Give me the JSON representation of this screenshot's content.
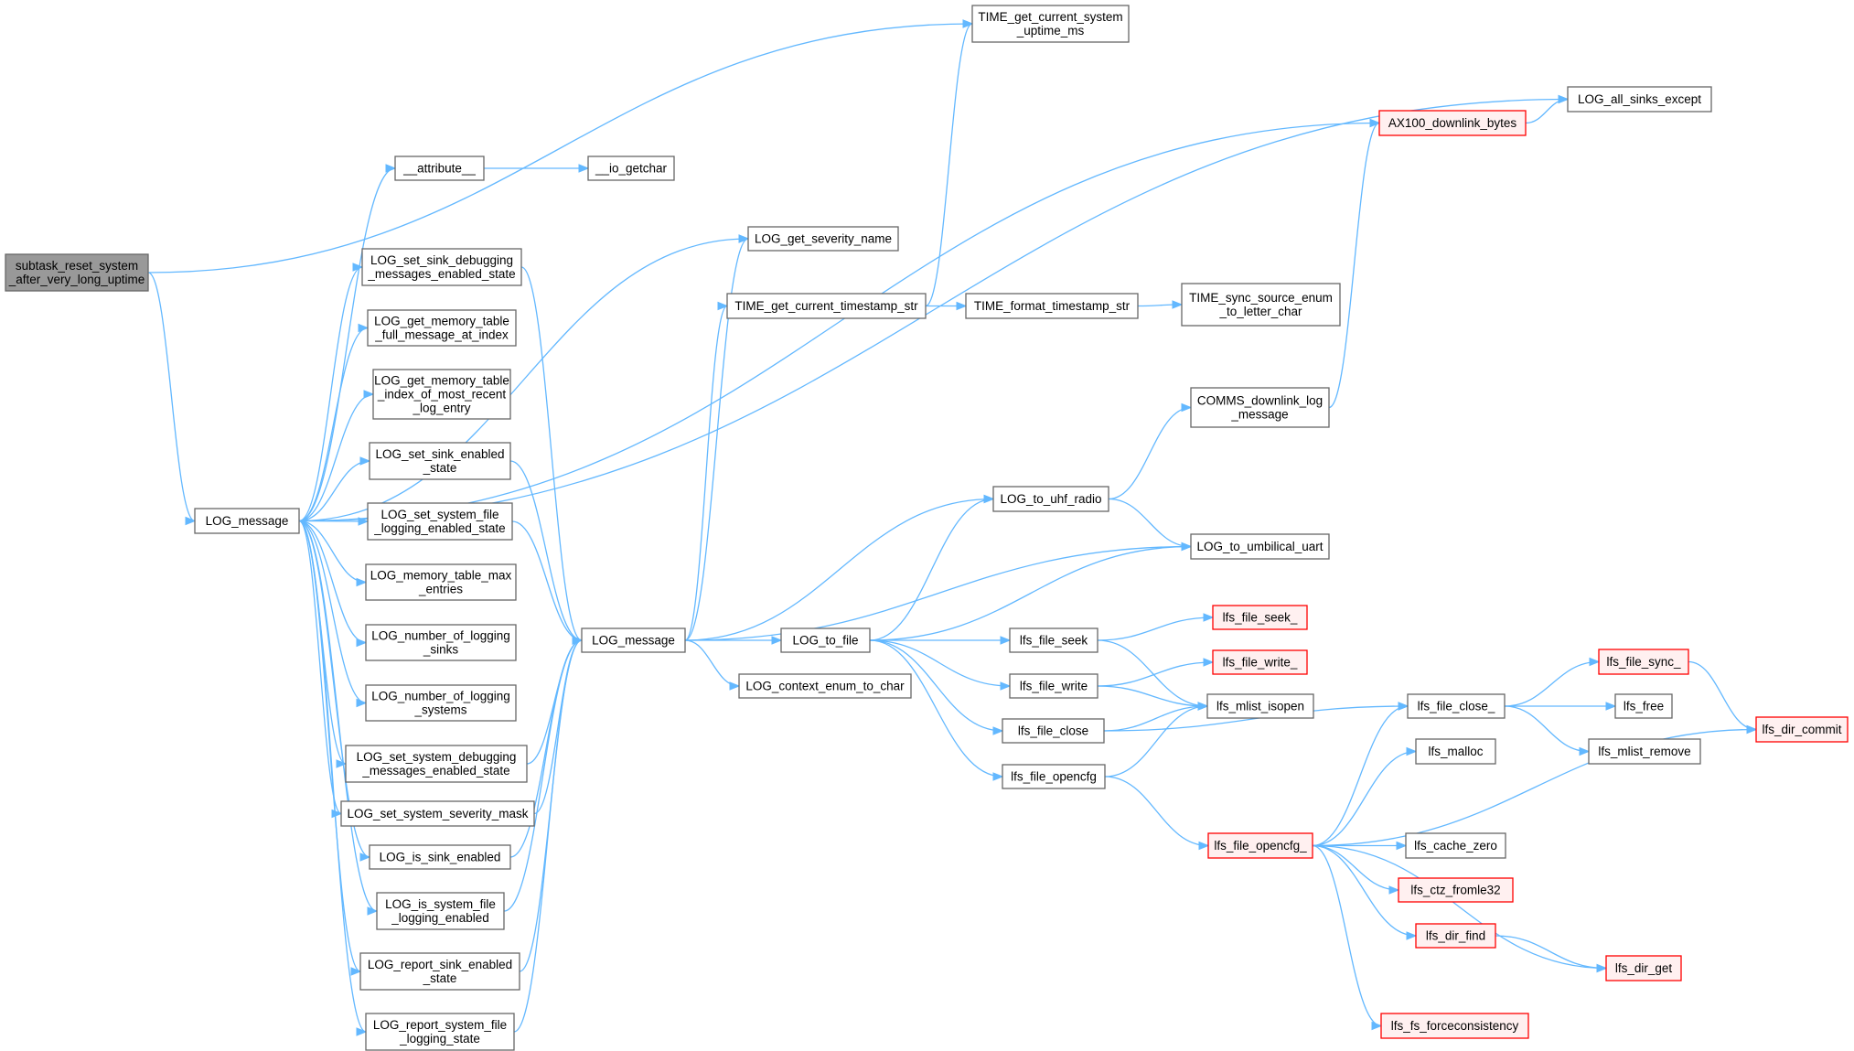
{
  "colors": {
    "edge": "#63b8ff",
    "node_border": "#666666",
    "node_fill": "#ffffff",
    "root_fill": "#999999",
    "truncated_border": "#ff0000",
    "truncated_fill": "#fff0f0"
  },
  "nodes": [
    {
      "id": "root",
      "lines": [
        "subtask_reset_system",
        "_after_very_long_uptime"
      ],
      "style": "root"
    },
    {
      "id": "logmsg1",
      "lines": [
        "LOG_message"
      ],
      "style": "normal"
    },
    {
      "id": "time_uptime",
      "lines": [
        "TIME_get_current_system",
        "_uptime_ms"
      ],
      "style": "normal"
    },
    {
      "id": "all_sinks",
      "lines": [
        "LOG_all_sinks_except"
      ],
      "style": "normal"
    },
    {
      "id": "ax100",
      "lines": [
        "AX100_downlink_bytes"
      ],
      "style": "truncated"
    },
    {
      "id": "attribute",
      "lines": [
        "__attribute__"
      ],
      "style": "normal"
    },
    {
      "id": "io_getchar",
      "lines": [
        "__io_getchar"
      ],
      "style": "normal"
    },
    {
      "id": "severity_name",
      "lines": [
        "LOG_get_severity_name"
      ],
      "style": "normal"
    },
    {
      "id": "set_sink_dbg",
      "lines": [
        "LOG_set_sink_debugging",
        "_messages_enabled_state"
      ],
      "style": "normal"
    },
    {
      "id": "mem_full",
      "lines": [
        "LOG_get_memory_table",
        "_full_message_at_index"
      ],
      "style": "normal"
    },
    {
      "id": "mem_recent",
      "lines": [
        "LOG_get_memory_table",
        "_index_of_most_recent",
        "_log_entry"
      ],
      "style": "normal"
    },
    {
      "id": "set_sink_en",
      "lines": [
        "LOG_set_sink_enabled",
        "_state"
      ],
      "style": "normal"
    },
    {
      "id": "set_sys_file",
      "lines": [
        "LOG_set_system_file",
        "_logging_enabled_state"
      ],
      "style": "normal"
    },
    {
      "id": "mem_max",
      "lines": [
        "LOG_memory_table_max",
        "_entries"
      ],
      "style": "normal"
    },
    {
      "id": "num_sinks",
      "lines": [
        "LOG_number_of_logging",
        "_sinks"
      ],
      "style": "normal"
    },
    {
      "id": "num_systems",
      "lines": [
        "LOG_number_of_logging",
        "_systems"
      ],
      "style": "normal"
    },
    {
      "id": "set_sys_dbg",
      "lines": [
        "LOG_set_system_debugging",
        "_messages_enabled_state"
      ],
      "style": "normal"
    },
    {
      "id": "sev_mask",
      "lines": [
        "LOG_set_system_severity_mask"
      ],
      "style": "normal"
    },
    {
      "id": "is_sink",
      "lines": [
        "LOG_is_sink_enabled"
      ],
      "style": "normal"
    },
    {
      "id": "is_sys_file",
      "lines": [
        "LOG_is_system_file",
        "_logging_enabled"
      ],
      "style": "normal"
    },
    {
      "id": "rep_sink",
      "lines": [
        "LOG_report_sink_enabled",
        "_state"
      ],
      "style": "normal"
    },
    {
      "id": "rep_sys_file",
      "lines": [
        "LOG_report_system_file",
        "_logging_state"
      ],
      "style": "normal"
    },
    {
      "id": "logmsg2",
      "lines": [
        "LOG_message"
      ],
      "style": "normal"
    },
    {
      "id": "ts_str",
      "lines": [
        "TIME_get_current_timestamp_str"
      ],
      "style": "normal"
    },
    {
      "id": "fmt_ts",
      "lines": [
        "TIME_format_timestamp_str"
      ],
      "style": "normal"
    },
    {
      "id": "sync_src",
      "lines": [
        "TIME_sync_source_enum",
        "_to_letter_char"
      ],
      "style": "normal"
    },
    {
      "id": "comms_dl",
      "lines": [
        "COMMS_downlink_log",
        "_message"
      ],
      "style": "normal"
    },
    {
      "id": "uhf",
      "lines": [
        "LOG_to_uhf_radio"
      ],
      "style": "normal"
    },
    {
      "id": "umb",
      "lines": [
        "LOG_to_umbilical_uart"
      ],
      "style": "normal"
    },
    {
      "id": "to_file",
      "lines": [
        "LOG_to_file"
      ],
      "style": "normal"
    },
    {
      "id": "ctx_enum",
      "lines": [
        "LOG_context_enum_to_char"
      ],
      "style": "normal"
    },
    {
      "id": "fseek",
      "lines": [
        "lfs_file_seek"
      ],
      "style": "normal"
    },
    {
      "id": "fseek_",
      "lines": [
        "lfs_file_seek_"
      ],
      "style": "truncated"
    },
    {
      "id": "fwrite",
      "lines": [
        "lfs_file_write"
      ],
      "style": "normal"
    },
    {
      "id": "fwrite_",
      "lines": [
        "lfs_file_write_"
      ],
      "style": "truncated"
    },
    {
      "id": "fclose",
      "lines": [
        "lfs_file_close"
      ],
      "style": "normal"
    },
    {
      "id": "mlist_isopen",
      "lines": [
        "lfs_mlist_isopen"
      ],
      "style": "normal"
    },
    {
      "id": "fopencfg",
      "lines": [
        "lfs_file_opencfg"
      ],
      "style": "normal"
    },
    {
      "id": "fclose_",
      "lines": [
        "lfs_file_close_"
      ],
      "style": "normal"
    },
    {
      "id": "fsync_",
      "lines": [
        "lfs_file_sync_"
      ],
      "style": "truncated"
    },
    {
      "id": "lfree",
      "lines": [
        "lfs_free"
      ],
      "style": "normal"
    },
    {
      "id": "mlist_remove",
      "lines": [
        "lfs_mlist_remove"
      ],
      "style": "normal"
    },
    {
      "id": "dir_commit",
      "lines": [
        "lfs_dir_commit"
      ],
      "style": "truncated"
    },
    {
      "id": "lmalloc",
      "lines": [
        "lfs_malloc"
      ],
      "style": "normal"
    },
    {
      "id": "fopencfg_",
      "lines": [
        "lfs_file_opencfg_"
      ],
      "style": "truncated"
    },
    {
      "id": "cache_zero",
      "lines": [
        "lfs_cache_zero"
      ],
      "style": "normal"
    },
    {
      "id": "ctz",
      "lines": [
        "lfs_ctz_fromle32"
      ],
      "style": "truncated"
    },
    {
      "id": "dir_find",
      "lines": [
        "lfs_dir_find"
      ],
      "style": "truncated"
    },
    {
      "id": "dir_get",
      "lines": [
        "lfs_dir_get"
      ],
      "style": "truncated"
    },
    {
      "id": "fs_force",
      "lines": [
        "lfs_fs_forceconsistency"
      ],
      "style": "truncated"
    }
  ],
  "edges": [
    [
      "root",
      "time_uptime"
    ],
    [
      "root",
      "logmsg1"
    ],
    [
      "logmsg1",
      "all_sinks"
    ],
    [
      "logmsg1",
      "ax100"
    ],
    [
      "logmsg1",
      "attribute"
    ],
    [
      "logmsg1",
      "severity_name"
    ],
    [
      "logmsg1",
      "set_sink_dbg"
    ],
    [
      "logmsg1",
      "mem_full"
    ],
    [
      "logmsg1",
      "mem_recent"
    ],
    [
      "logmsg1",
      "set_sink_en"
    ],
    [
      "logmsg1",
      "set_sys_file"
    ],
    [
      "logmsg1",
      "mem_max"
    ],
    [
      "logmsg1",
      "num_sinks"
    ],
    [
      "logmsg1",
      "num_systems"
    ],
    [
      "logmsg1",
      "set_sys_dbg"
    ],
    [
      "logmsg1",
      "sev_mask"
    ],
    [
      "logmsg1",
      "is_sink"
    ],
    [
      "logmsg1",
      "is_sys_file"
    ],
    [
      "logmsg1",
      "rep_sink"
    ],
    [
      "logmsg1",
      "rep_sys_file"
    ],
    [
      "attribute",
      "io_getchar"
    ],
    [
      "ax100",
      "all_sinks"
    ],
    [
      "set_sink_dbg",
      "logmsg2"
    ],
    [
      "set_sink_en",
      "logmsg2"
    ],
    [
      "set_sys_file",
      "logmsg2"
    ],
    [
      "set_sys_dbg",
      "logmsg2"
    ],
    [
      "sev_mask",
      "logmsg2"
    ],
    [
      "is_sink",
      "logmsg2"
    ],
    [
      "is_sys_file",
      "logmsg2"
    ],
    [
      "rep_sink",
      "logmsg2"
    ],
    [
      "rep_sys_file",
      "logmsg2"
    ],
    [
      "logmsg2",
      "severity_name"
    ],
    [
      "logmsg2",
      "ts_str"
    ],
    [
      "logmsg2",
      "uhf"
    ],
    [
      "logmsg2",
      "umb"
    ],
    [
      "logmsg2",
      "to_file"
    ],
    [
      "logmsg2",
      "ctx_enum"
    ],
    [
      "ts_str",
      "time_uptime"
    ],
    [
      "ts_str",
      "fmt_ts"
    ],
    [
      "fmt_ts",
      "sync_src"
    ],
    [
      "comms_dl",
      "ax100"
    ],
    [
      "uhf",
      "comms_dl"
    ],
    [
      "uhf",
      "umb"
    ],
    [
      "to_file",
      "uhf"
    ],
    [
      "to_file",
      "umb"
    ],
    [
      "to_file",
      "fseek"
    ],
    [
      "to_file",
      "fwrite"
    ],
    [
      "to_file",
      "fclose"
    ],
    [
      "to_file",
      "fopencfg"
    ],
    [
      "fseek",
      "fseek_"
    ],
    [
      "fseek",
      "mlist_isopen"
    ],
    [
      "fwrite",
      "fwrite_"
    ],
    [
      "fwrite",
      "mlist_isopen"
    ],
    [
      "fclose",
      "mlist_isopen"
    ],
    [
      "fclose",
      "fclose_"
    ],
    [
      "fopencfg",
      "mlist_isopen"
    ],
    [
      "fopencfg",
      "fopencfg_"
    ],
    [
      "fclose_",
      "fsync_"
    ],
    [
      "fclose_",
      "lfree"
    ],
    [
      "fclose_",
      "mlist_remove"
    ],
    [
      "fsync_",
      "dir_commit"
    ],
    [
      "fopencfg_",
      "fclose_"
    ],
    [
      "fopencfg_",
      "lmalloc"
    ],
    [
      "fopencfg_",
      "dir_commit"
    ],
    [
      "fopencfg_",
      "cache_zero"
    ],
    [
      "fopencfg_",
      "ctz"
    ],
    [
      "fopencfg_",
      "dir_find"
    ],
    [
      "fopencfg_",
      "dir_get"
    ],
    [
      "fopencfg_",
      "fs_force"
    ],
    [
      "dir_find",
      "dir_get"
    ]
  ]
}
